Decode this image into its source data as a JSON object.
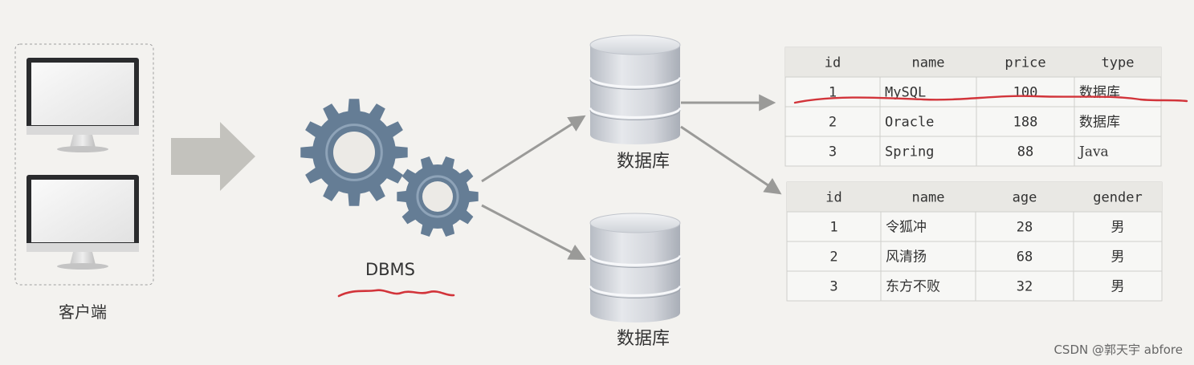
{
  "client": {
    "label": "客户端"
  },
  "dbms": {
    "label": "DBMS"
  },
  "databases": [
    {
      "label": "数据库"
    },
    {
      "label": "数据库"
    }
  ],
  "table_products": {
    "headers": [
      "id",
      "name",
      "price",
      "type"
    ],
    "rows": [
      [
        "1",
        "MySQL",
        "100",
        "数据库"
      ],
      [
        "2",
        "Oracle",
        "188",
        "数据库"
      ],
      [
        "3",
        "Spring",
        "88",
        "Java"
      ]
    ]
  },
  "table_people": {
    "headers": [
      "id",
      "name",
      "age",
      "gender"
    ],
    "rows": [
      [
        "1",
        "令狐冲",
        "28",
        "男"
      ],
      [
        "2",
        "风清扬",
        "68",
        "男"
      ],
      [
        "3",
        "东方不败",
        "32",
        "男"
      ]
    ]
  },
  "watermark": "CSDN @郭天宇 abfore",
  "colors": {
    "background": "#f3f2ef",
    "gear": "#657d95",
    "arrow": "#9a9a98",
    "big_arrow": "#c3c2bd",
    "underline": "#d2343a",
    "table_header": "#e9e8e4",
    "table_border": "#cfcfcb"
  }
}
